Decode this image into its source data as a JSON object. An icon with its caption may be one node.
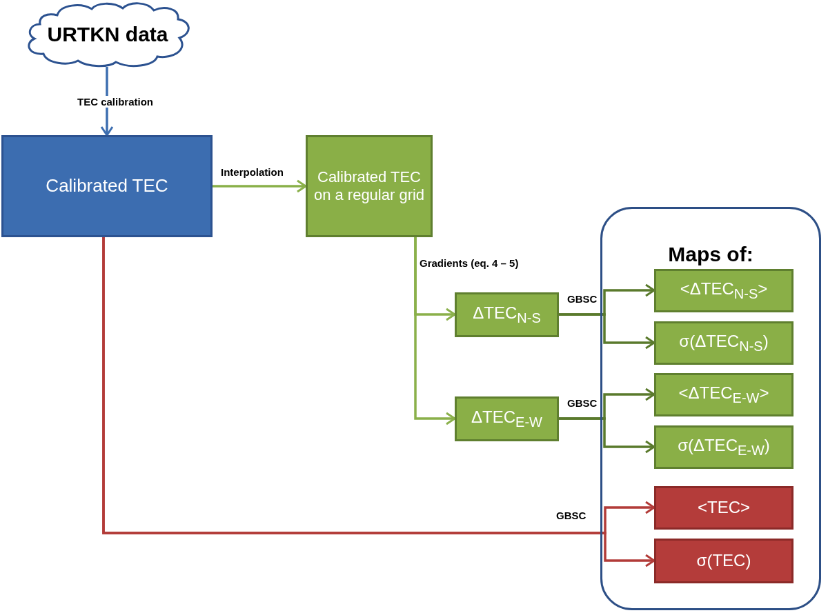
{
  "diagram": {
    "nodes": [
      {
        "text": [
          "URTKN data"
        ]
      },
      {
        "text": [
          "Calibrated TEC"
        ]
      },
      {
        "text": [
          "Calibrated TEC on a regular grid"
        ]
      },
      {
        "text": [
          "ΔTEC$_{N-S}$"
        ]
      },
      {
        "text": [
          "ΔTEC$_{E-W}$"
        ]
      },
      {
        "text": [
          "Maps of:"
        ]
      },
      {
        "text": [
          "<ΔTEC$_{N-S}$>"
        ],
        "in": 5
      },
      {
        "text": [
          "σ(ΔTEC$_{N-S}$)"
        ],
        "in": 5
      },
      {
        "text": [
          "<ΔTEC$_{E-W}$>"
        ],
        "in": 5
      },
      {
        "text": [
          "σ(ΔTEC$_{E-W}$)"
        ],
        "in": 5
      },
      {
        "text": [
          "<TEC>"
        ],
        "in": 5
      },
      {
        "text": [
          "σ(TEC)"
        ],
        "in": 5
      }
    ],
    "edges": [
      {
        "from": 0,
        "to": 1,
        "arrow": "to",
        "label": "TEC calibration",
        "color": "#3d6eb0"
      },
      {
        "from": 1,
        "to": 2,
        "arrow": "to",
        "label": "Interpolation",
        "color": "#8ab04a"
      },
      {
        "from": 2,
        "to": 3,
        "arrow": "to",
        "label": "Gradients (eq. 4 – 5)",
        "color": "#8ab04a"
      },
      {
        "from": 2,
        "to": 4,
        "arrow": "to",
        "color": "#8ab04a"
      },
      {
        "from": 3,
        "to": 6,
        "arrow": "to",
        "label": "GBSC"
      },
      {
        "from": 3,
        "to": 7,
        "arrow": "to"
      },
      {
        "from": 4,
        "to": 8,
        "arrow": "to",
        "label": "GBSC"
      },
      {
        "from": 4,
        "to": 9,
        "arrow": "to"
      },
      {
        "from": 1,
        "to": 10,
        "arrow": "to",
        "label": "GBSC",
        "color": "#b23b38"
      },
      {
        "from": 1,
        "to": 11,
        "arrow": "to",
        "color": "#b23b38"
      }
    ]
  }
}
